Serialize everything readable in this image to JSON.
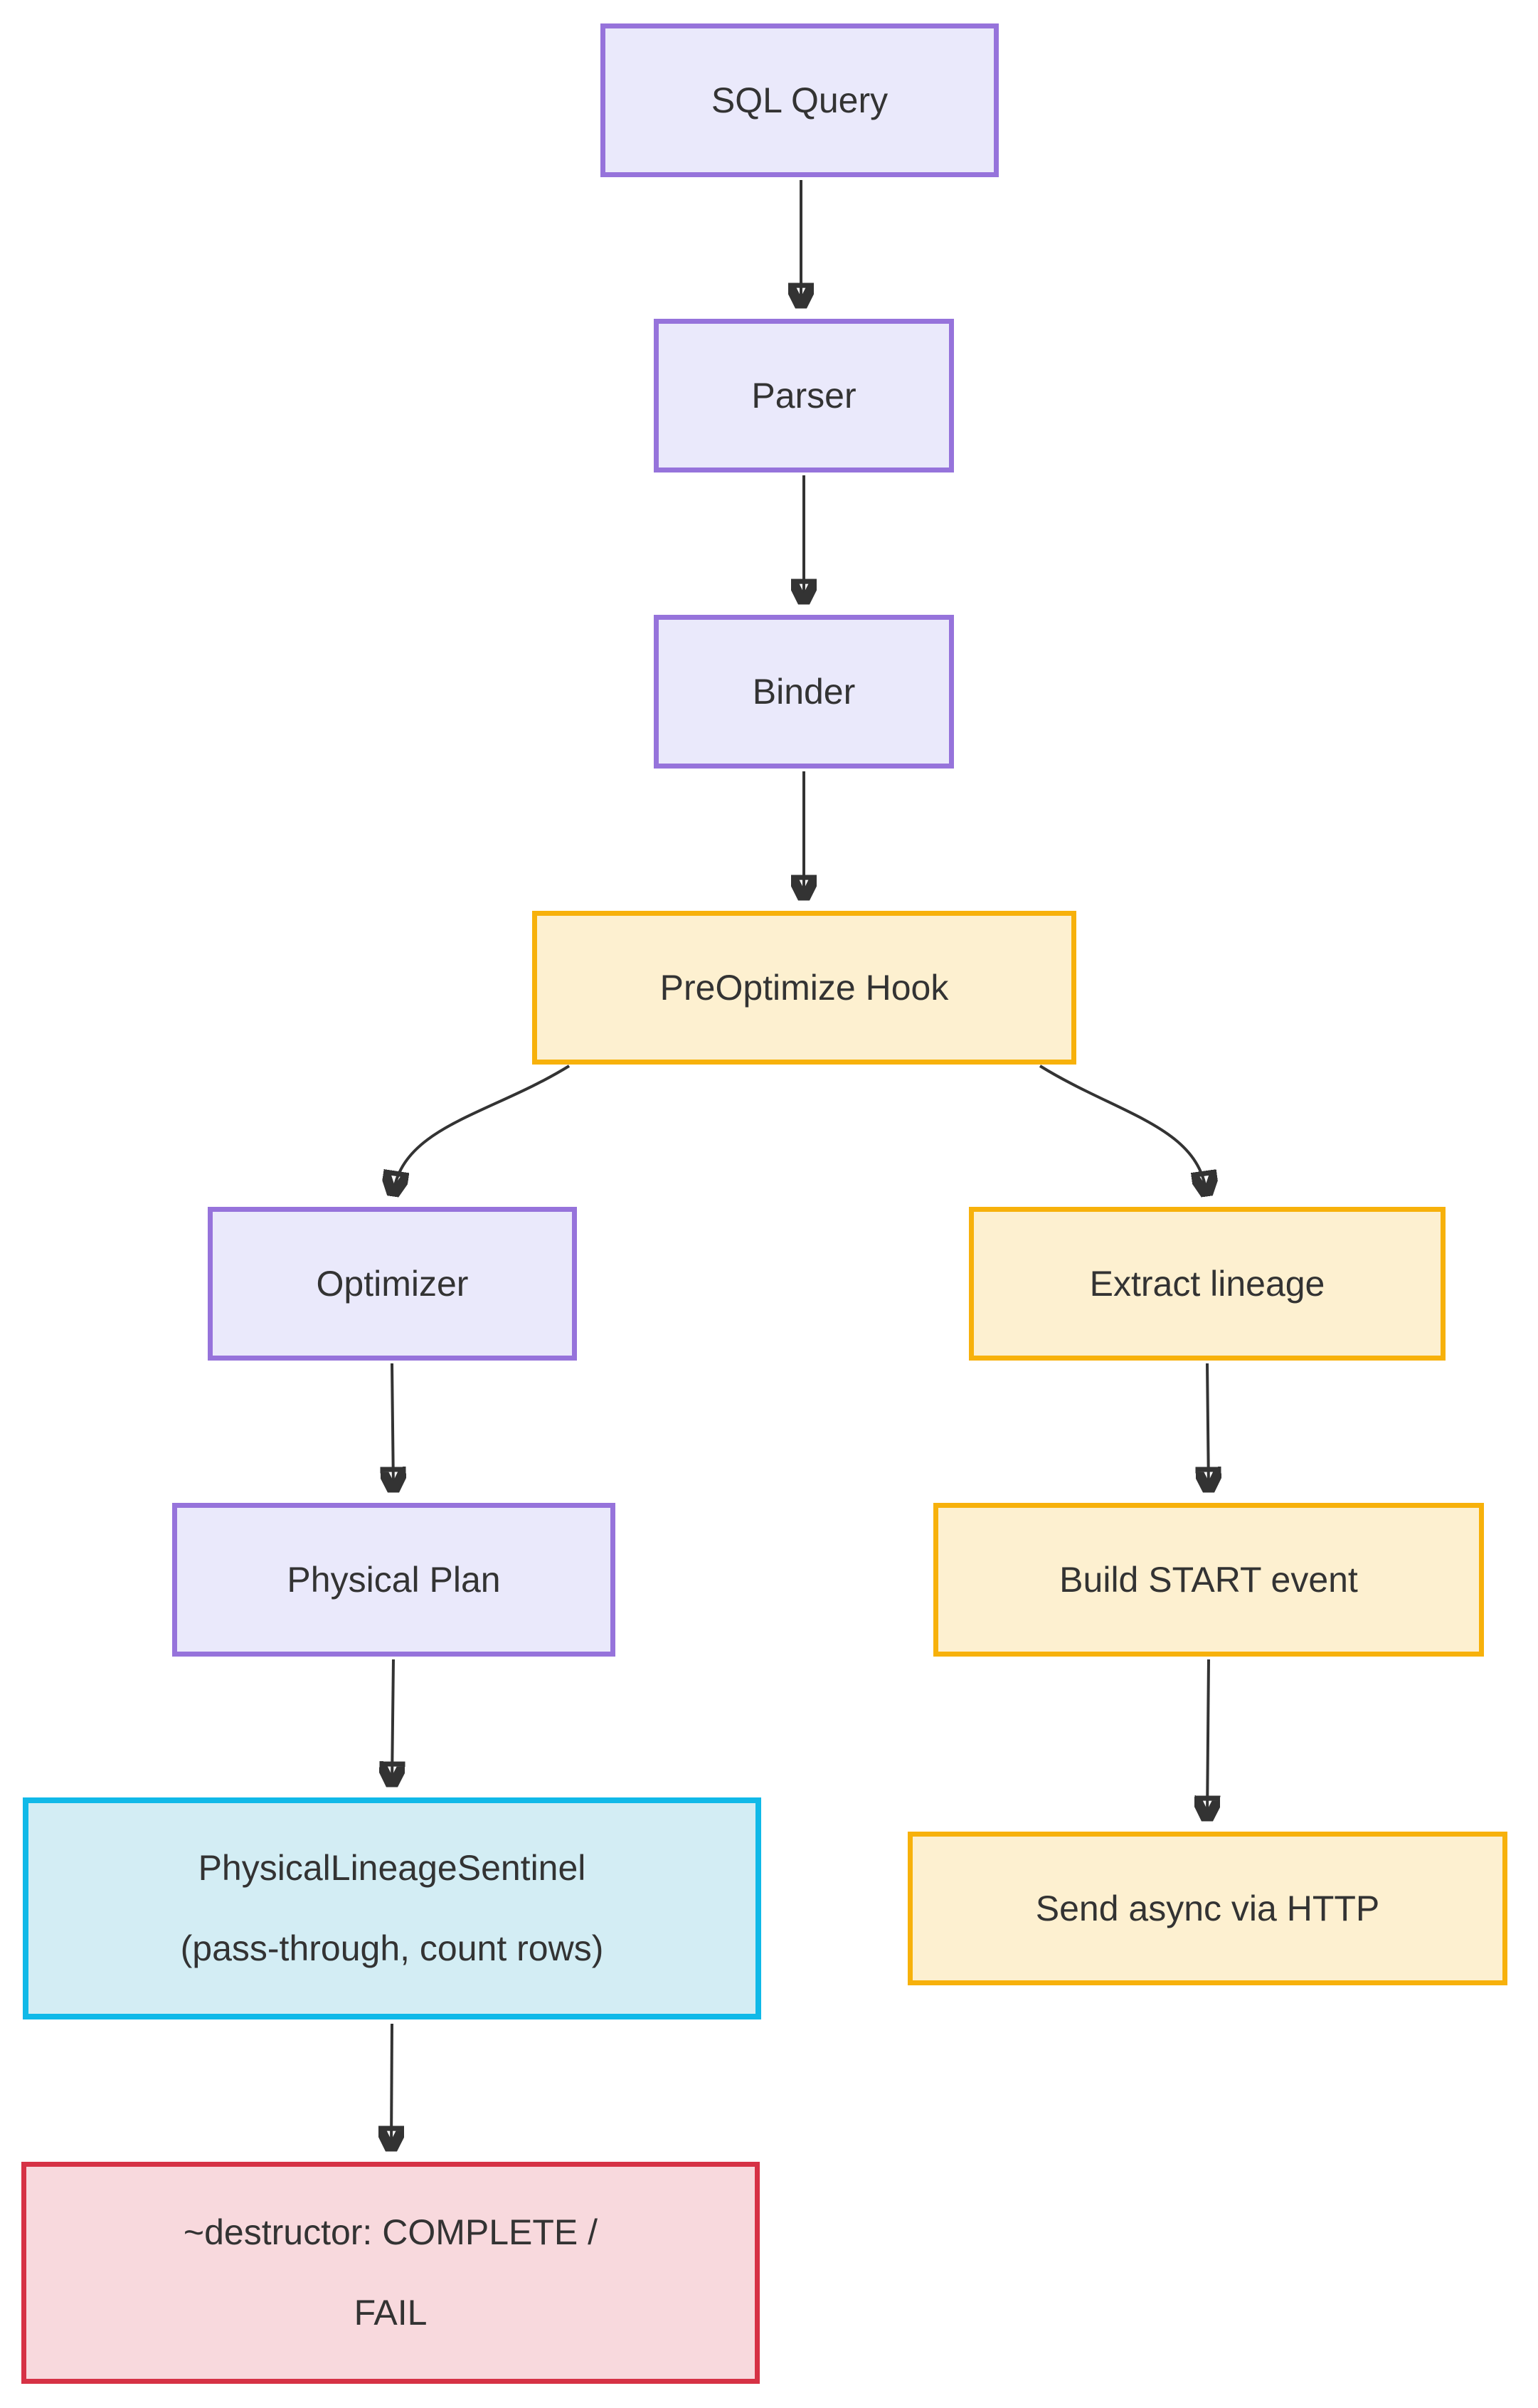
{
  "diagram": {
    "type": "flowchart",
    "direction": "top-down",
    "nodes": {
      "sql_query": {
        "label": "SQL Query",
        "style": "purple"
      },
      "parser": {
        "label": "Parser",
        "style": "purple"
      },
      "binder": {
        "label": "Binder",
        "style": "purple"
      },
      "preoptimize_hook": {
        "label": "PreOptimize Hook",
        "style": "yellow"
      },
      "optimizer": {
        "label": "Optimizer",
        "style": "purple"
      },
      "extract_lineage": {
        "label": "Extract lineage",
        "style": "yellow"
      },
      "physical_plan": {
        "label": "Physical Plan",
        "style": "purple"
      },
      "build_start_event": {
        "label": "Build START event",
        "style": "yellow"
      },
      "physical_lineage_sentinel": {
        "line1": "PhysicalLineageSentinel",
        "line2": "(pass-through, count rows)",
        "style": "cyan"
      },
      "send_async_via_http": {
        "label": "Send async via HTTP",
        "style": "yellow"
      },
      "destructor": {
        "line1": "~destructor: COMPLETE /",
        "line2": "FAIL",
        "style": "red"
      }
    },
    "edges": [
      {
        "from": "sql_query",
        "to": "parser"
      },
      {
        "from": "parser",
        "to": "binder"
      },
      {
        "from": "binder",
        "to": "preoptimize_hook"
      },
      {
        "from": "preoptimize_hook",
        "to": "optimizer"
      },
      {
        "from": "preoptimize_hook",
        "to": "extract_lineage"
      },
      {
        "from": "optimizer",
        "to": "physical_plan"
      },
      {
        "from": "extract_lineage",
        "to": "build_start_event"
      },
      {
        "from": "physical_plan",
        "to": "physical_lineage_sentinel"
      },
      {
        "from": "build_start_event",
        "to": "send_async_via_http"
      },
      {
        "from": "physical_lineage_sentinel",
        "to": "destructor"
      }
    ]
  },
  "colors": {
    "background": "#ffffff",
    "text_color": "#333333",
    "edge_color": "#333333",
    "node_purple_fill": "#eae9fb",
    "node_purple_border": "#9673db",
    "node_yellow_fill": "#fdf0d0",
    "node_yellow_border": "#f7b10b",
    "node_cyan_fill": "#d3edf4",
    "node_cyan_border": "#10b9e8",
    "node_red_fill": "#f8d9dd",
    "node_red_border": "#d63245"
  }
}
